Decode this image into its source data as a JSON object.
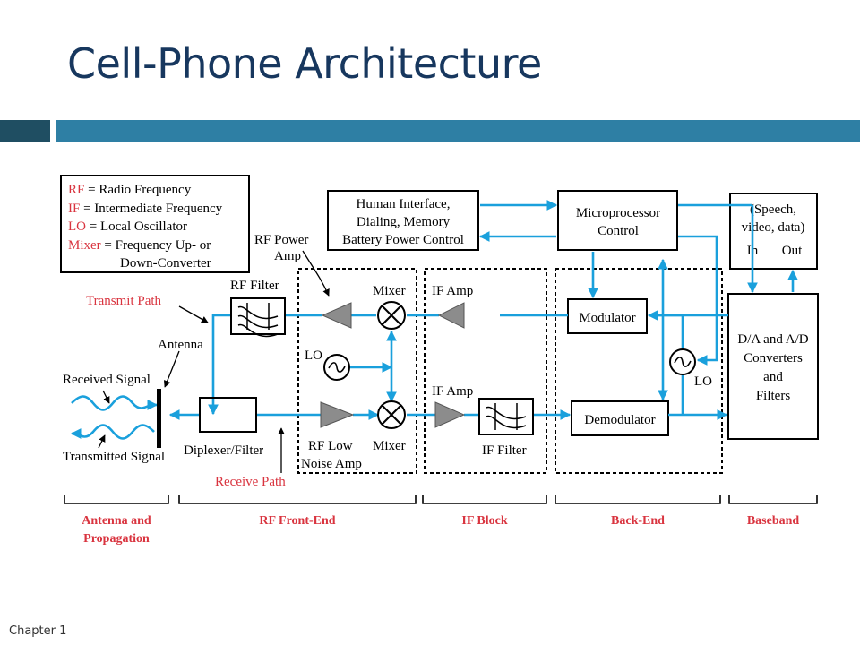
{
  "slide": {
    "title": "Cell-Phone Architecture",
    "footer": "Chapter 1"
  },
  "colors": {
    "title": "#17375e",
    "bar_dark": "#1f4e62",
    "bar_main": "#2e7fa4",
    "signal": "#1aa0dc",
    "red_label": "#d9343f",
    "amp_fill": "#8c8c8c"
  },
  "legend": {
    "rows": [
      {
        "abbr": "RF",
        "text": " = Radio Frequency"
      },
      {
        "abbr": "IF",
        "text": " = Intermediate Frequency"
      },
      {
        "abbr": "LO",
        "text": " = Local Oscillator"
      },
      {
        "abbr": "Mixer",
        "text": " = Frequency Up- or"
      }
    ],
    "continuation": "Down-Converter"
  },
  "blocks": {
    "human_interface": [
      "Human Interface,",
      "Dialing, Memory",
      "Battery Power Control"
    ],
    "microprocessor": [
      "Microprocessor",
      "Control"
    ],
    "speech": [
      "(Speech,",
      "video, data)"
    ],
    "speech_in": "In",
    "speech_out": "Out",
    "modulator": "Modulator",
    "demodulator": "Demodulator",
    "converters": [
      "D/A and A/D",
      "Converters",
      "and",
      "Filters"
    ]
  },
  "labels": {
    "rf_power_amp": [
      "RF Power",
      "Amp"
    ],
    "rf_filter": "RF Filter",
    "mixer_top": "Mixer",
    "mixer_bottom": "Mixer",
    "if_amp_top": "IF Amp",
    "if_amp_bottom": "IF Amp",
    "if_filter": "IF Filter",
    "lo_left": "LO",
    "lo_right": "LO",
    "transmit_path": "Transmit Path",
    "receive_path": "Receive Path",
    "antenna": "Antenna",
    "received_signal": "Received Signal",
    "transmitted_signal": "Transmitted Signal",
    "diplexer": "Diplexer/Filter",
    "rf_low_noise_amp": [
      "RF Low",
      "Noise Amp"
    ]
  },
  "sections": [
    [
      "Antenna and",
      "Propagation"
    ],
    [
      "RF Front-End"
    ],
    [
      "IF Block"
    ],
    [
      "Back-End"
    ],
    [
      "Baseband"
    ]
  ]
}
